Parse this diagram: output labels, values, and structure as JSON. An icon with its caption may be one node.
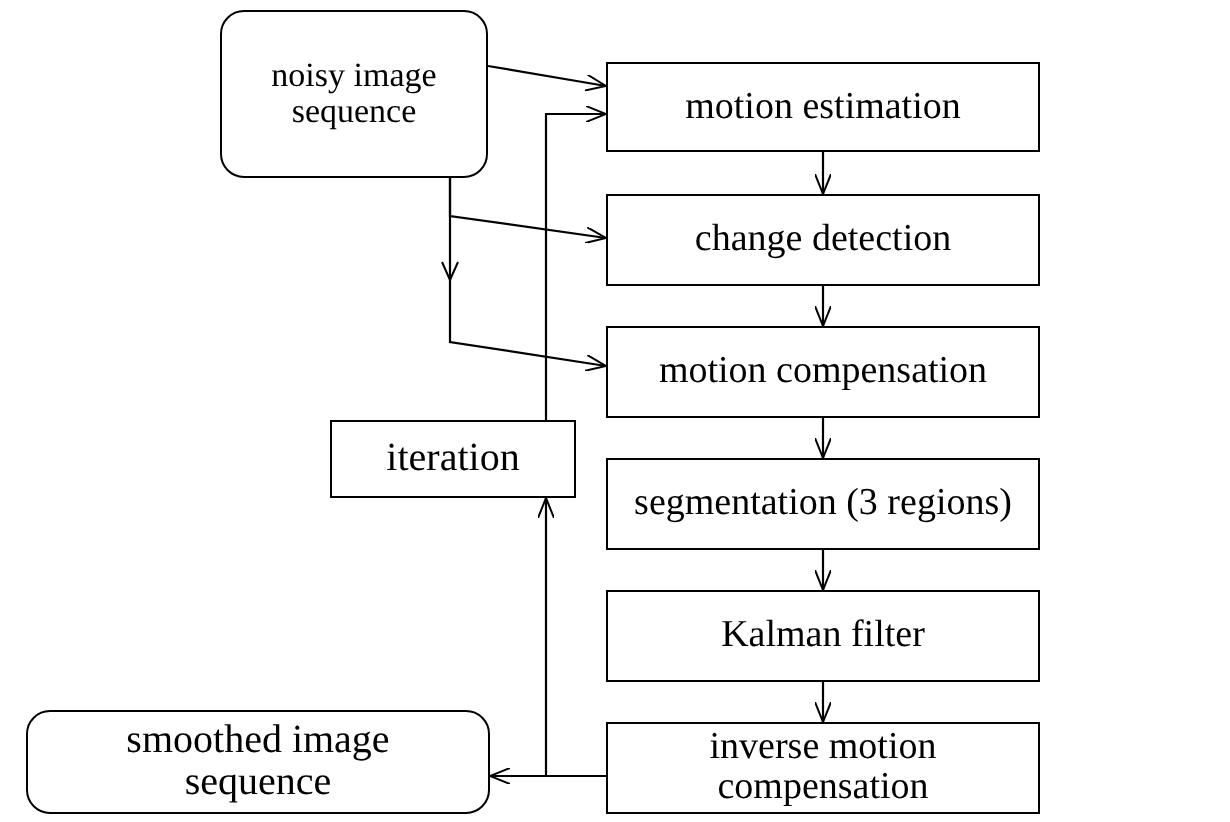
{
  "diagram": {
    "nodes": [
      {
        "text": [
          "noisy image sequence"
        ]
      },
      {
        "text": [
          "motion estimation"
        ]
      },
      {
        "text": [
          "change detection"
        ]
      },
      {
        "text": [
          "motion compensation"
        ]
      },
      {
        "text": [
          "iteration"
        ]
      },
      {
        "text": [
          "segmentation (3 regions)"
        ]
      },
      {
        "text": [
          "Kalman filter"
        ]
      },
      {
        "text": [
          "inverse motion compensation"
        ]
      },
      {
        "text": [
          "smoothed image sequence"
        ]
      }
    ],
    "edges": [
      {
        "from": 0,
        "to": 1,
        "arrow": "to"
      },
      {
        "from": 0,
        "to": 2,
        "arrow": "to"
      },
      {
        "from": 0,
        "to": 3,
        "arrow": "to"
      },
      {
        "from": 1,
        "to": 2,
        "arrow": "to"
      },
      {
        "from": 2,
        "to": 3,
        "arrow": "to"
      },
      {
        "from": 3,
        "to": 5,
        "arrow": "to"
      },
      {
        "from": 5,
        "to": 6,
        "arrow": "to"
      },
      {
        "from": 6,
        "to": 7,
        "arrow": "to"
      },
      {
        "from": 7,
        "to": 8,
        "arrow": "to"
      },
      {
        "from": 7,
        "to": 4,
        "arrow": "to"
      },
      {
        "from": 4,
        "to": 1,
        "arrow": "to"
      }
    ]
  }
}
